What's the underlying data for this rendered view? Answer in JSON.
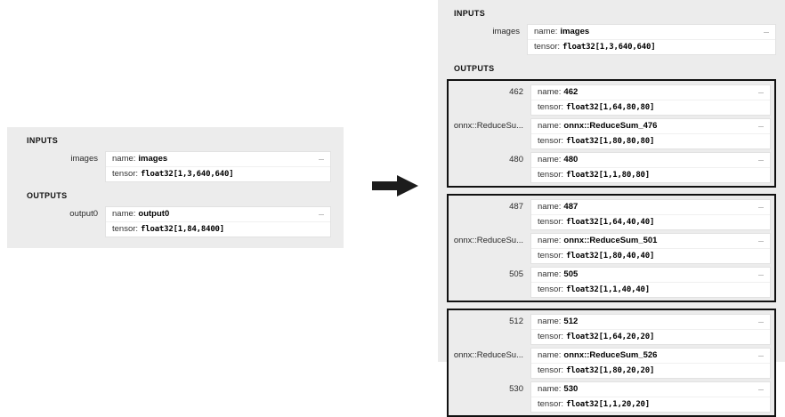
{
  "left_panel": {
    "inputs_title": "INPUTS",
    "outputs_title": "OUTPUTS",
    "inputs": [
      {
        "label": "images",
        "name_key": "name:",
        "name_value": "images",
        "tensor_key": "tensor:",
        "tensor_value": "float32[1,3,640,640]",
        "expander_icon": "dash-icon"
      }
    ],
    "outputs": [
      {
        "label": "output0",
        "name_key": "name:",
        "name_value": "output0",
        "tensor_key": "tensor:",
        "tensor_value": "float32[1,84,8400]",
        "expander_icon": "dash-icon"
      }
    ]
  },
  "arrow": {
    "icon": "right-arrow-icon",
    "color": "#1c1c1c"
  },
  "right_panel": {
    "inputs_title": "INPUTS",
    "outputs_title": "OUTPUTS",
    "inputs": [
      {
        "label": "images",
        "name_key": "name:",
        "name_value": "images",
        "tensor_key": "tensor:",
        "tensor_value": "float32[1,3,640,640]",
        "expander_icon": "dash-icon"
      }
    ],
    "output_groups": [
      {
        "entries": [
          {
            "label": "462",
            "name_key": "name:",
            "name_value": "462",
            "tensor_key": "tensor:",
            "tensor_value": "float32[1,64,80,80]",
            "expander_icon": "dash-icon"
          },
          {
            "label": "onnx::ReduceSu...",
            "name_key": "name:",
            "name_value": "onnx::ReduceSum_476",
            "tensor_key": "tensor:",
            "tensor_value": "float32[1,80,80,80]",
            "expander_icon": "dash-icon"
          },
          {
            "label": "480",
            "name_key": "name:",
            "name_value": "480",
            "tensor_key": "tensor:",
            "tensor_value": "float32[1,1,80,80]",
            "expander_icon": "dash-icon"
          }
        ]
      },
      {
        "entries": [
          {
            "label": "487",
            "name_key": "name:",
            "name_value": "487",
            "tensor_key": "tensor:",
            "tensor_value": "float32[1,64,40,40]",
            "expander_icon": "dash-icon"
          },
          {
            "label": "onnx::ReduceSu...",
            "name_key": "name:",
            "name_value": "onnx::ReduceSum_501",
            "tensor_key": "tensor:",
            "tensor_value": "float32[1,80,40,40]",
            "expander_icon": "dash-icon"
          },
          {
            "label": "505",
            "name_key": "name:",
            "name_value": "505",
            "tensor_key": "tensor:",
            "tensor_value": "float32[1,1,40,40]",
            "expander_icon": "dash-icon"
          }
        ]
      },
      {
        "entries": [
          {
            "label": "512",
            "name_key": "name:",
            "name_value": "512",
            "tensor_key": "tensor:",
            "tensor_value": "float32[1,64,20,20]",
            "expander_icon": "dash-icon"
          },
          {
            "label": "onnx::ReduceSu...",
            "name_key": "name:",
            "name_value": "onnx::ReduceSum_526",
            "tensor_key": "tensor:",
            "tensor_value": "float32[1,80,20,20]",
            "expander_icon": "dash-icon"
          },
          {
            "label": "530",
            "name_key": "name:",
            "name_value": "530",
            "tensor_key": "tensor:",
            "tensor_value": "float32[1,1,20,20]",
            "expander_icon": "dash-icon"
          }
        ]
      }
    ]
  }
}
